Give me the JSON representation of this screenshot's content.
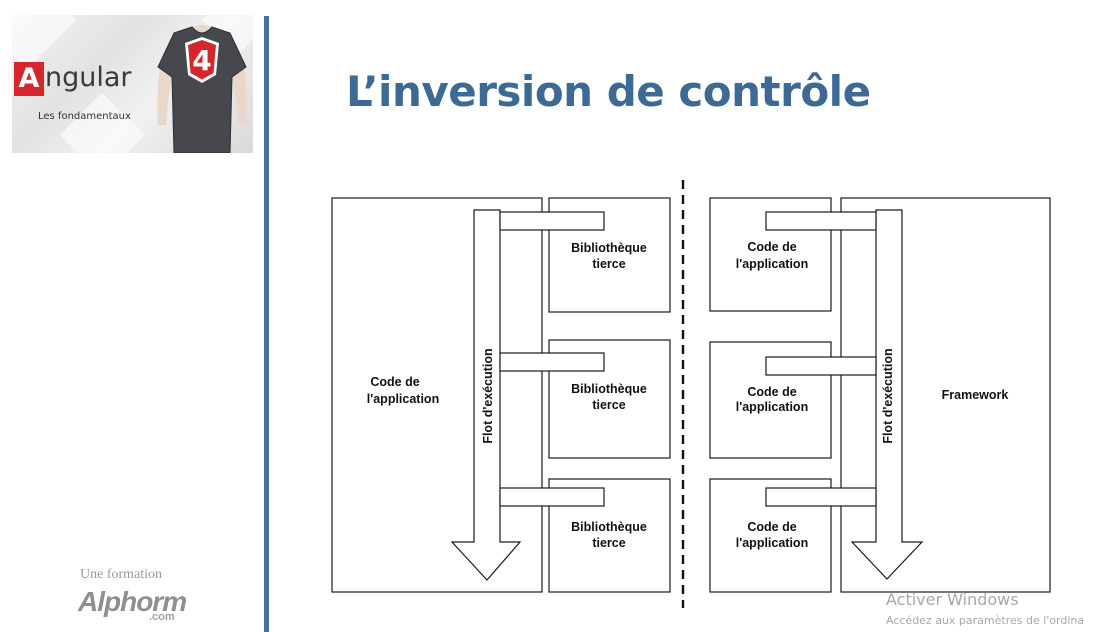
{
  "branding": {
    "logo_letter": "A",
    "logo_rest": "ngular",
    "version_badge": "4",
    "subtitle": "Les fondamentaux",
    "formation_caption": "Une formation",
    "brand_name": "Alphorm",
    "brand_suffix": ".com",
    "colors": {
      "angular_red": "#d6262d",
      "divider": "#41719c",
      "title": "#3d6a95"
    }
  },
  "slide": {
    "title": "L’inversion de contrôle"
  },
  "diagram": {
    "left": {
      "main_label": [
        "Code de",
        "l'application"
      ],
      "arrow_label": "Flot d'exécution",
      "modules": [
        [
          "Bibliothèque",
          "tierce"
        ],
        [
          "Bibliothèque",
          "tierce"
        ],
        [
          "Bibliothèque",
          "tierce"
        ]
      ]
    },
    "right": {
      "main_label": "Framework",
      "arrow_label": "Flot d'exécution",
      "modules": [
        [
          "Code de",
          "l'application"
        ],
        [
          "Code de",
          "l'application"
        ],
        [
          "Code de",
          "l'application"
        ]
      ]
    }
  },
  "watermark": {
    "title": "Activer Windows",
    "text": "Accédez aux paramètres de l'ordina"
  }
}
